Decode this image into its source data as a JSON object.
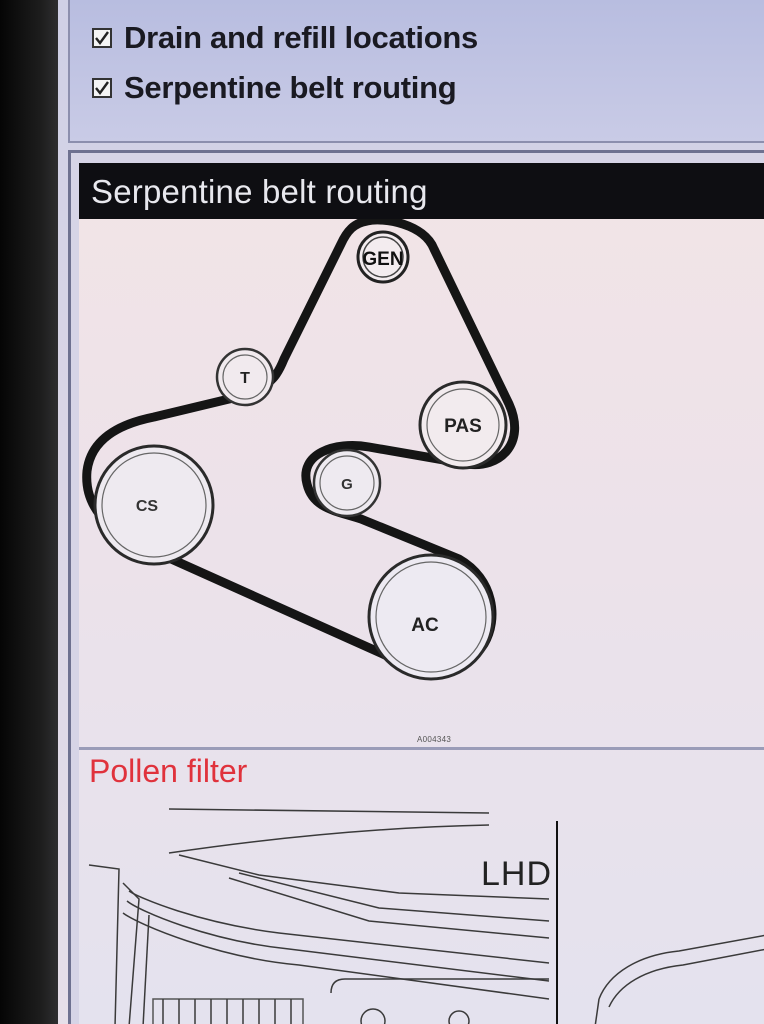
{
  "options": [
    {
      "label": "Drain and refill locations",
      "checked": true
    },
    {
      "label": "Serpentine belt routing",
      "checked": true
    }
  ],
  "belt_section": {
    "title": "Serpentine belt routing",
    "pulleys": {
      "gen": "GEN",
      "t": "T",
      "pas": "PAS",
      "cs": "CS",
      "g": "G",
      "ac": "AC"
    },
    "figure_ref": "A004343"
  },
  "pollen_section": {
    "title": "Pollen filter",
    "lhd_label": "LHD"
  },
  "colors": {
    "pollen_title": "#e0323c",
    "header_bar": "#0e0e12",
    "belt": "#151515"
  }
}
